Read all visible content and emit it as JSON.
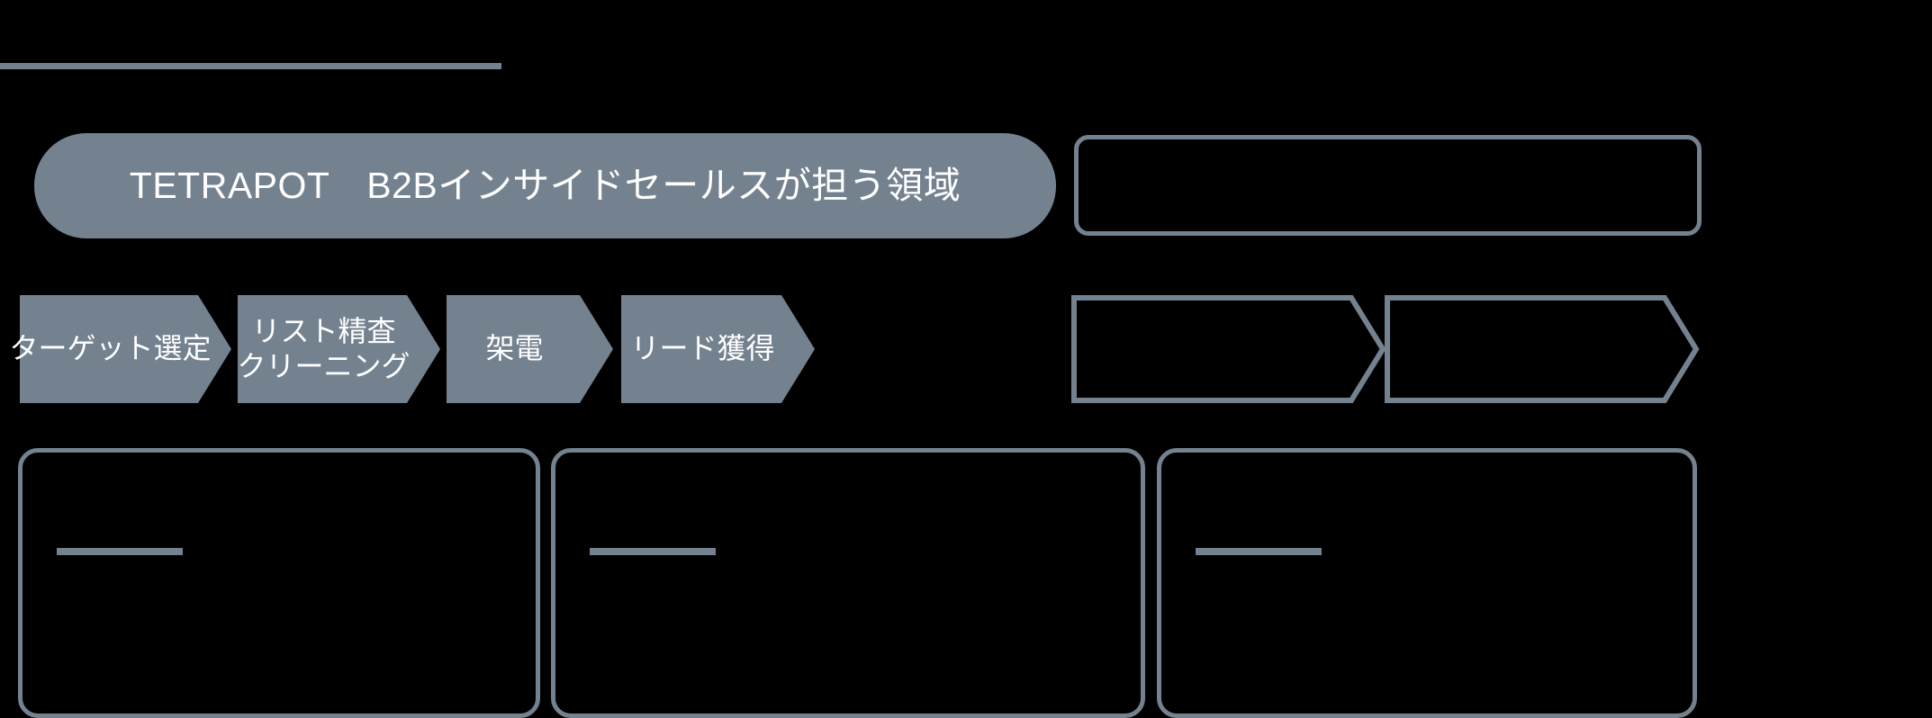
{
  "theme": {
    "background": "#000000",
    "accent": "#74818f",
    "text_on_accent": "#ffffff",
    "outline": "#74818f"
  },
  "header": {
    "rule_present": true
  },
  "title_pill": {
    "label": "TETRAPOT　B2Bインサイドセールスが担う領域"
  },
  "top_right_box": {
    "label": ""
  },
  "process_flow": {
    "steps": [
      {
        "line1": "ターゲット選定",
        "line2": "",
        "filled": true
      },
      {
        "line1": "リスト精査",
        "line2": "クリーニング",
        "filled": true
      },
      {
        "line1": "架電",
        "line2": "",
        "filled": true
      },
      {
        "line1": "リード獲得",
        "line2": "",
        "filled": true
      },
      {
        "line1": "",
        "line2": "",
        "filled": false
      },
      {
        "line1": "",
        "line2": "",
        "filled": false
      }
    ]
  },
  "cards": [
    {
      "title": "",
      "body": ""
    },
    {
      "title": "",
      "body": ""
    },
    {
      "title": "",
      "body": ""
    }
  ]
}
